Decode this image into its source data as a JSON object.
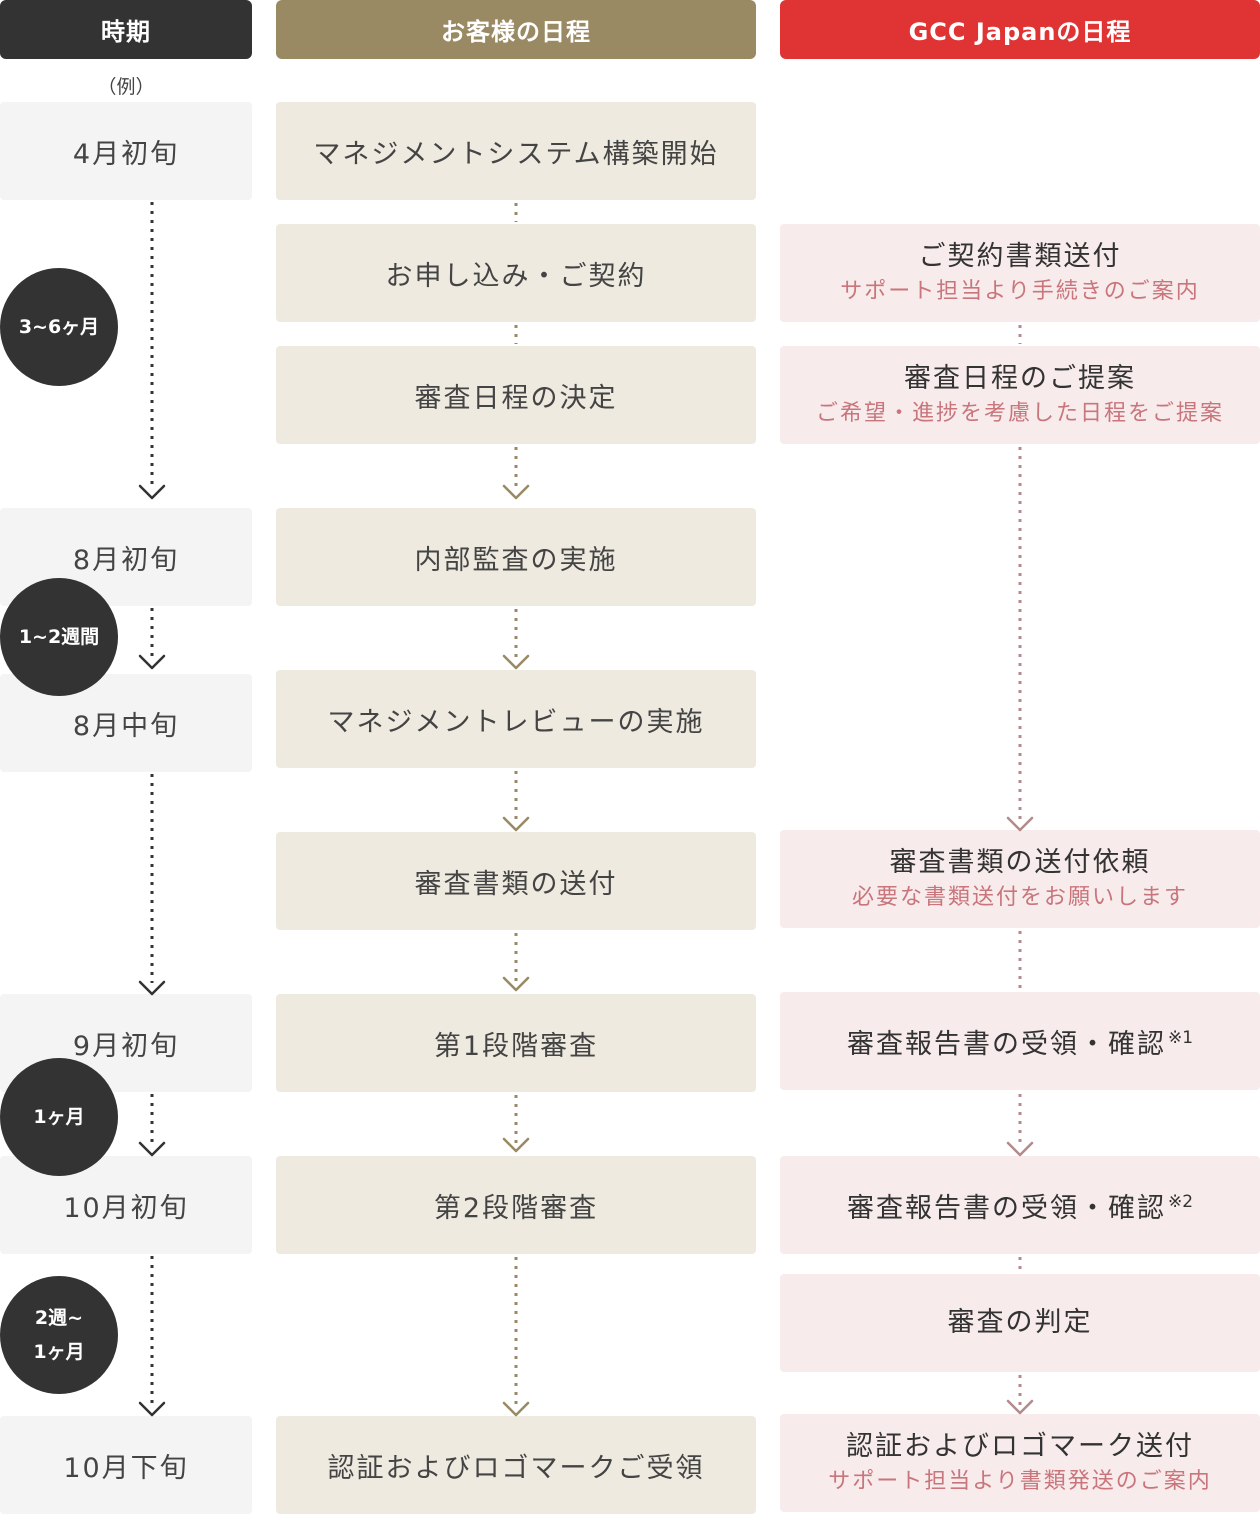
{
  "headers": {
    "period": "時期",
    "customer": "お客様の日程",
    "gcc": "GCC Japanの日程"
  },
  "example_label": "（例）",
  "periods": [
    "4月初旬",
    "8月初旬",
    "8月中旬",
    "9月初旬",
    "10月初旬",
    "10月下旬"
  ],
  "durations": [
    {
      "lines": [
        "3~6ヶ月"
      ]
    },
    {
      "lines": [
        "1~2週間"
      ]
    },
    {
      "lines": [
        "1ヶ月"
      ]
    },
    {
      "lines": [
        "2週~",
        "1ヶ月"
      ]
    }
  ],
  "customer_steps": [
    "マネジメントシステム構築開始",
    "お申し込み・ご契約",
    "審査日程の決定",
    "内部監査の実施",
    "マネジメントレビューの実施",
    "審査書類の送付",
    "第1段階審査",
    "第2段階審査",
    "認証およびロゴマークご受領"
  ],
  "gcc_steps": [
    {
      "title": "ご契約書類送付",
      "sub": "サポート担当より手続きのご案内"
    },
    {
      "title": "審査日程のご提案",
      "sub": "ご希望・進捗を考慮した日程をご提案"
    },
    {
      "title": "審査書類の送付依頼",
      "sub": "必要な書類送付をお願いします"
    },
    {
      "title": "審査報告書の受領・確認",
      "note": "※1"
    },
    {
      "title": "審査報告書の受領・確認",
      "note": "※2"
    },
    {
      "title": "審査の判定"
    },
    {
      "title": "認証およびロゴマーク送付",
      "sub": "サポート担当より書類発送のご案内"
    }
  ],
  "colors": {
    "period_header": "#333333",
    "customer_header": "#9a8a63",
    "gcc_header": "#e03434",
    "period_bg": "#f4f4f4",
    "customer_bg": "#eeeae0",
    "gcc_bg": "#f7ebeb",
    "gcc_sub_text": "#c9757c",
    "duration_circle": "#333333"
  }
}
